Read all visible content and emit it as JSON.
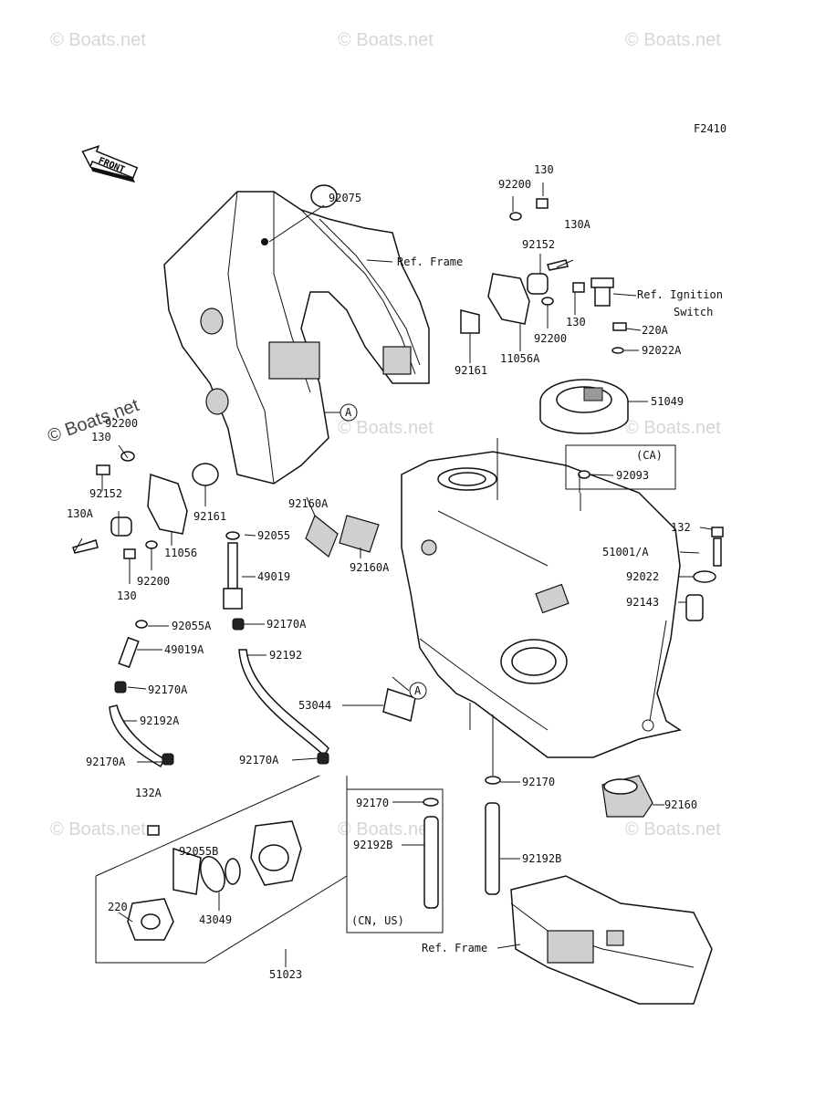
{
  "figure_code": "F2410",
  "front_label": "FRONT",
  "watermark": "© Boats.net",
  "callout_a": "A",
  "refs": {
    "frame_top": "Ref. Frame",
    "frame_bottom": "Ref. Frame",
    "ignition_line1": "Ref. Ignition",
    "ignition_line2": "Switch"
  },
  "boxes": {
    "ca_label": "(CA)",
    "cn_us_label": "(CN, US)"
  },
  "parts": {
    "p92075": "92075",
    "p130_top": "130",
    "p92200_top": "92200",
    "p130A_top": "130A",
    "p92152_top": "92152",
    "p130_right": "130",
    "p92200_right": "92200",
    "p92161_top": "92161",
    "p11056A": "11056A",
    "p220A": "220A",
    "p92022A": "92022A",
    "p51049": "51049",
    "p92093": "92093",
    "p92200_left": "92200",
    "p130_left": "130",
    "p92152_left": "92152",
    "p130A_left": "130A",
    "p92161_left": "92161",
    "p11056": "11056",
    "p92200_left2": "92200",
    "p130_left2": "130",
    "p92160A_1": "92160A",
    "p92160A_2": "92160A",
    "p92055": "92055",
    "p49019": "49019",
    "p92055A": "92055A",
    "p49019A": "49019A",
    "p92170A_1": "92170A",
    "p92192": "92192",
    "p92170A_2": "92170A",
    "p92192A": "92192A",
    "p92170A_3": "92170A",
    "p92170A_4": "92170A",
    "p132A": "132A",
    "p92055B": "92055B",
    "p220": "220",
    "p43049": "43049",
    "p51023": "51023",
    "p53044": "53044",
    "p51001A": "51001/A",
    "p132": "132",
    "p92022": "92022",
    "p92143": "92143",
    "p92170_box": "92170",
    "p92192B_box": "92192B",
    "p92170": "92170",
    "p92192B": "92192B",
    "p92160": "92160"
  }
}
